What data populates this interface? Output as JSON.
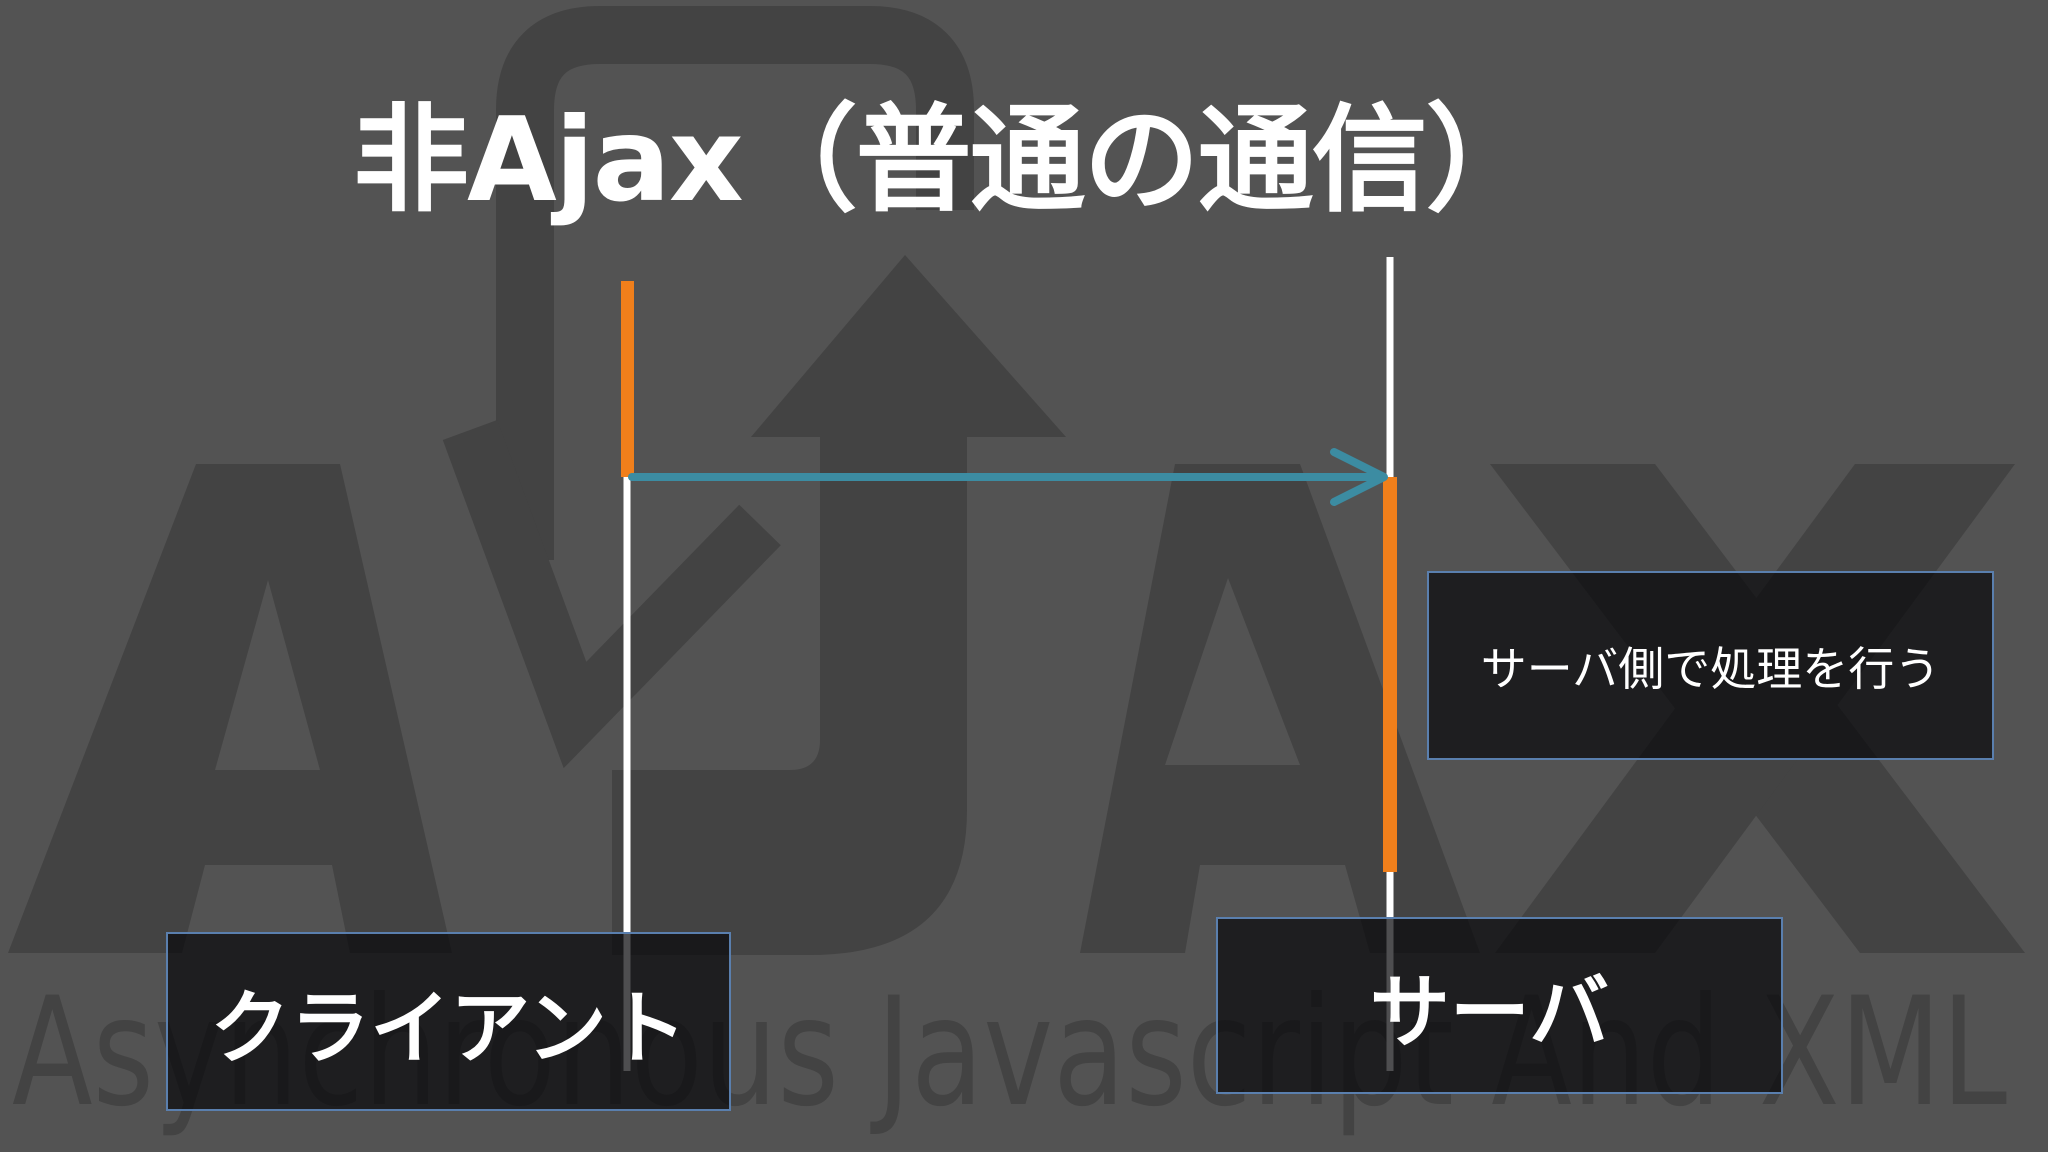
{
  "slide": {
    "title": "非Ajax（普通の通信）"
  },
  "watermark": {
    "logo_text": "AJAX",
    "tagline": "Asynchronous Javascript And XML"
  },
  "diagram": {
    "participants": [
      {
        "label": "クライアント"
      },
      {
        "label": "サーバ"
      }
    ],
    "messages": [
      {
        "from": 0,
        "to": 1
      }
    ],
    "note": {
      "participant": 1,
      "text": "サーバ側で処理を行う"
    }
  },
  "colors": {
    "background": "#535353",
    "watermark": "#434343",
    "lifeline": "#ffffff",
    "activation": "#f07f1b",
    "message": "#3c8ca2",
    "box_border": "#5a7fae",
    "text": "#ffffff"
  }
}
